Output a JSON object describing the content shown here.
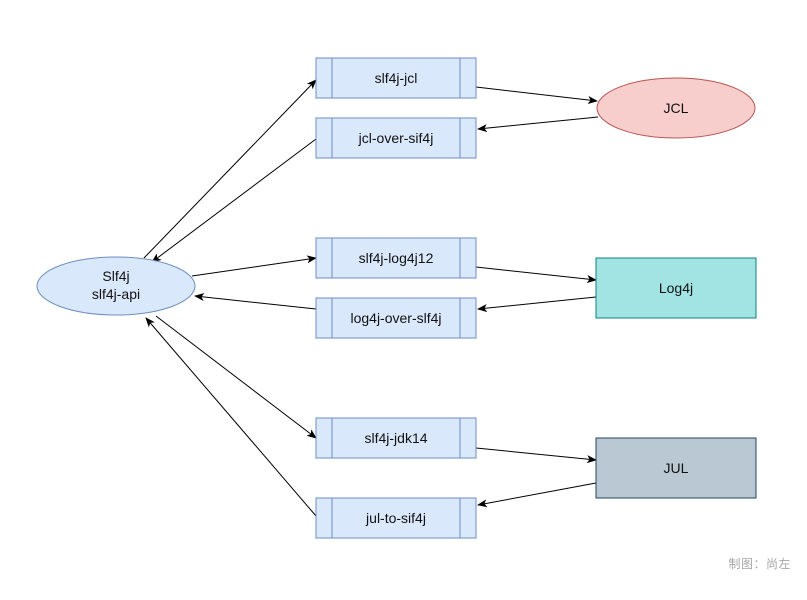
{
  "nodes": {
    "slf4j": {
      "line1": "Slf4j",
      "line2": "slf4j-api"
    },
    "slf4j_jcl": {
      "label": "slf4j-jcl"
    },
    "jcl_over_slf4j": {
      "label": "jcl-over-sif4j"
    },
    "slf4j_log4j12": {
      "label": "slf4j-log4j12"
    },
    "log4j_over_slf4j": {
      "label": "log4j-over-slf4j"
    },
    "slf4j_jdk14": {
      "label": "slf4j-jdk14"
    },
    "jul_to_slf4j": {
      "label": "jul-to-sif4j"
    },
    "jcl": {
      "label": "JCL"
    },
    "log4j": {
      "label": "Log4j"
    },
    "jul": {
      "label": "JUL"
    }
  },
  "colors": {
    "adapter_fill": "#dae8fc",
    "adapter_stroke": "#6c8ebf",
    "slf4j_fill": "#dae8fc",
    "jcl_fill": "#f8cecc",
    "jcl_stroke": "#b85450",
    "log4j_fill": "#a2e4e4",
    "log4j_stroke": "#0e8088",
    "jul_fill": "#bac8d3",
    "jul_stroke": "#23445d",
    "edge": "#000000"
  },
  "watermark": "制图：尚左"
}
